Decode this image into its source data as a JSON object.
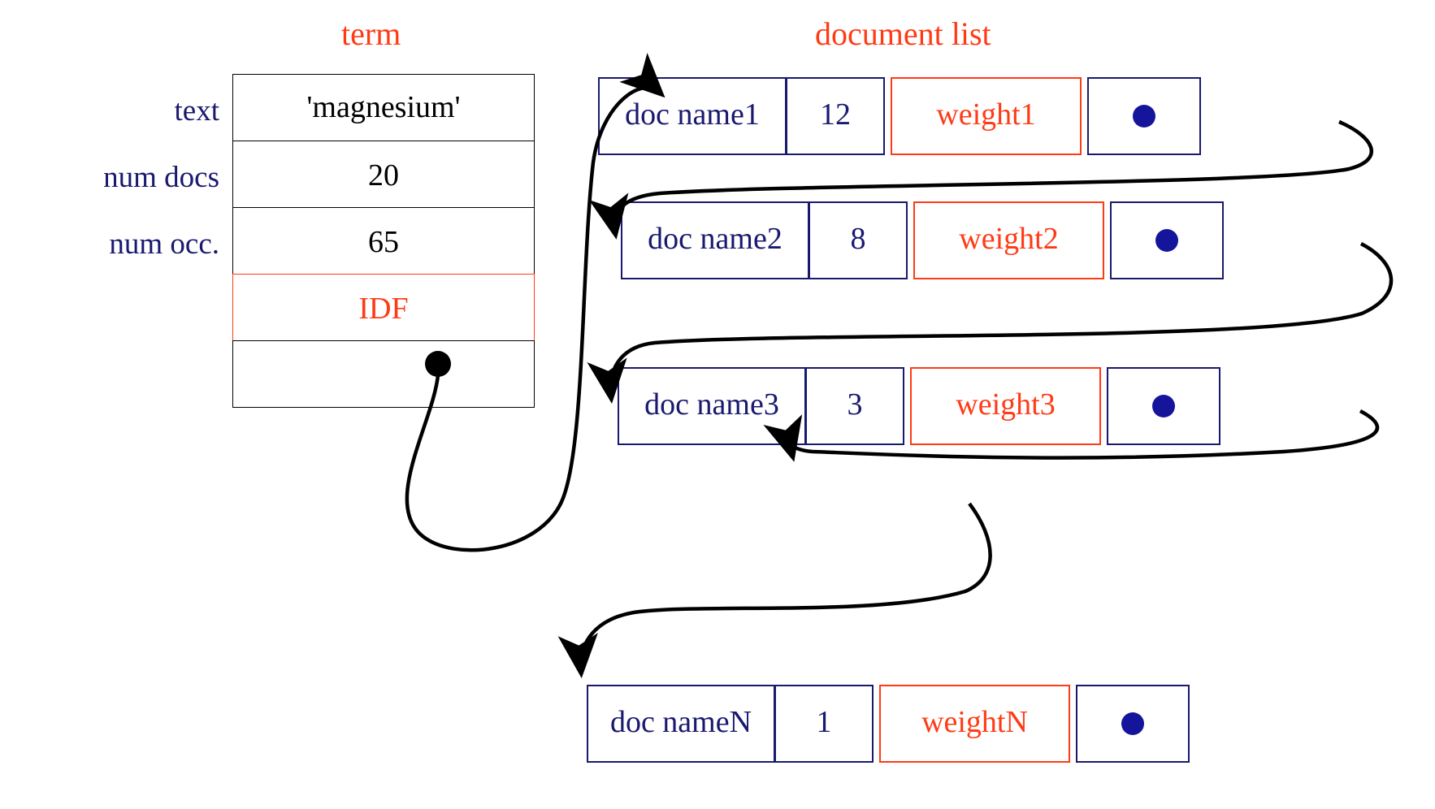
{
  "headings": {
    "term": "term",
    "document_list": "document list"
  },
  "colors": {
    "accent_red": "#ff3b16",
    "navy": "#191970",
    "dot_blue": "#15159c",
    "black": "#000000"
  },
  "term_record": {
    "labels": {
      "text": "text",
      "num_docs": "num docs",
      "num_occ": "num occ."
    },
    "fields": {
      "text_value": "'magnesium'",
      "num_docs_value": "20",
      "num_occ_value": "65",
      "idf_value": "IDF",
      "pointer_value": ""
    }
  },
  "document_list": {
    "nodes": [
      {
        "doc_name": "doc name1",
        "count": "12",
        "weight": "weight1",
        "pointer": "•"
      },
      {
        "doc_name": "doc name2",
        "count": "8",
        "weight": "weight2",
        "pointer": "•"
      },
      {
        "doc_name": "doc name3",
        "count": "3",
        "weight": "weight3",
        "pointer": "•"
      },
      {
        "doc_name": "doc nameN",
        "count": "1",
        "weight": "weightN",
        "pointer": "•"
      }
    ]
  },
  "icons": {
    "term_pointer_dot": "filled-circle-icon",
    "node_pointer_dot": "filled-circle-icon",
    "link_arrow": "arrow-head-icon"
  }
}
